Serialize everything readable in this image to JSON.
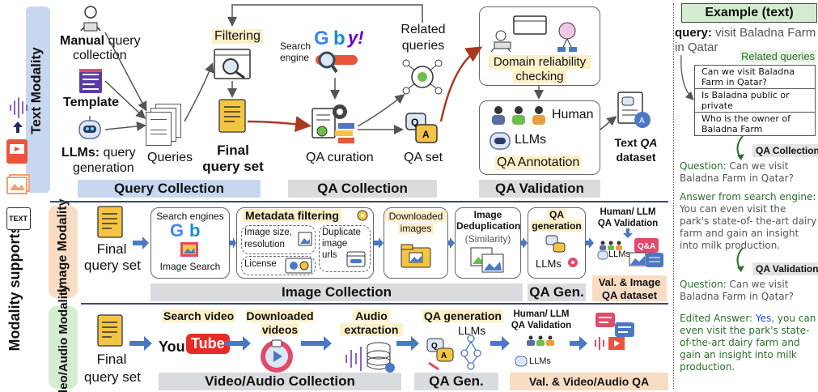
{
  "left_labels": {
    "modality_supports": "Modality supports",
    "text_modality": "Text Modality",
    "image_modality": "Image Modality",
    "video_audio_modality": "Video/Audio Modality",
    "text_icon": "TEXT"
  },
  "text_row": {
    "manual_bold": "Manual",
    "manual_rest": " query",
    "manual_line2": "collection",
    "template": "Template",
    "llms_bold": "LLMs:",
    "llms_rest": " query",
    "llms_line2": "generation",
    "queries": "Queries",
    "filtering": "Filtering",
    "final_line1": "Final",
    "final_line2": "query set",
    "search_engine_line1": "Search",
    "search_engine_line2": "engine",
    "related_line1": "Related",
    "related_line2": "queries",
    "qa_curation": "QA curation",
    "qa_set": "QA set",
    "domain_line1": "Domain reliability",
    "domain_line2": "checking",
    "human": "Human",
    "llms": "LLMs",
    "qa_annotation": "QA Annotation",
    "dataset_line1": "Text ",
    "dataset_qa": "QA",
    "dataset_line2": "dataset",
    "bar_query_collection": "Query Collection",
    "bar_qa_collection": "QA Collection",
    "bar_qa_validation": "QA Validation"
  },
  "image_row": {
    "final_line1": "Final",
    "final_line2": "query set",
    "search_engines": "Search engines",
    "image_search": "Image Search",
    "metadata_filtering": "Metadata filtering",
    "image_size_line1": "Image size,",
    "image_size_line2": "resolution",
    "duplicate_line1": "Duplicate",
    "duplicate_line2": "image",
    "duplicate_line3": "urls",
    "license": "License",
    "downloaded_line1": "Downloaded",
    "downloaded_line2": "images",
    "dedup_line1": "Image",
    "dedup_line2": "Deduplication",
    "dedup_line3": "(Similarity)",
    "qa_gen_line1": "QA",
    "qa_gen_line2": "generation",
    "llms": "LLMs",
    "val_line1": "Human/ LLM",
    "val_line2": "QA Validation",
    "val_llms": "LLMs",
    "qa_badge": "Q&A",
    "bar_image_collection": "Image Collection",
    "bar_qa_gen": "QA Gen.",
    "bar_val_line1": "Val. & Image",
    "bar_val_line2": "QA dataset"
  },
  "video_row": {
    "final_line1": "Final",
    "final_line2": "query set",
    "search_video": "Search video",
    "youtube_you": "You",
    "youtube_tube": "Tube",
    "downloaded_line1": "Downloaded",
    "downloaded_line2": "videos",
    "audio_line1": "Audio",
    "audio_line2": "extraction",
    "qa_generation": "QA generation",
    "llms": "LLMs",
    "val_line1": "Human/ LLM",
    "val_line2": "QA Validation",
    "val_llms": "LLMs",
    "bar_collection": "Video/Audio Collection",
    "bar_qa_gen": "QA Gen.",
    "bar_val": "Val. & Video/Audio QA dataset"
  },
  "example": {
    "title": "Example (text)",
    "query_label": "query:",
    "query_value_line1": " visit Baladna Farm",
    "query_value_line2": "in Qatar",
    "related_queries": "Related queries",
    "related_items": [
      "Can we visit Baladna Farm in Qatar?",
      "Is Baladna public or private",
      "Who is the owner of Baladna Farm"
    ],
    "qa_collection": "QA Collection",
    "question_label": "Question:",
    "question_text": " Can we visit Baladna Farm in Qatar?",
    "answer_label": "Answer from search engine:",
    "answer_text": "You can even visit the park's state-of- the-art dairy farm and gain an insight into milk production.",
    "qa_validation": "QA Validation",
    "question2_label": "Question:",
    "question2_text": " Can we visit Baladna Farm in Qatar?",
    "edited_label": "Edited Answer:",
    "edited_yes": " Yes",
    "edited_text": ", you can even visit the park's state-of-the-art dairy farm and gain an insight into milk production."
  },
  "colors": {
    "arrow_blue": "#4a78c4",
    "arrow_red": "#a83a22",
    "bar_blue": "#c7d7f0",
    "bar_gray": "#d9dcdf",
    "highlight_yellow": "#fdf0c8",
    "peach": "#f9dcc4",
    "example_green": "#2c6e2e",
    "example_header": "#d4edd1"
  }
}
